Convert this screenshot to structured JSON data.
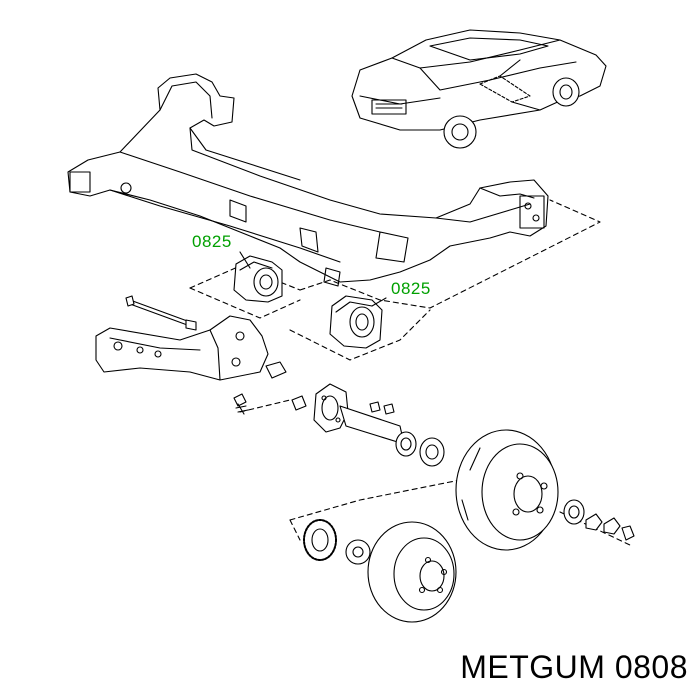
{
  "callouts": [
    {
      "id": "upper",
      "text": "0825"
    },
    {
      "id": "lower",
      "text": "0825"
    }
  ],
  "caption": {
    "brand": "METGUM",
    "part_number": "0808"
  },
  "colors": {
    "callout": "#00a000",
    "line": "#000000",
    "background": "#ffffff"
  }
}
